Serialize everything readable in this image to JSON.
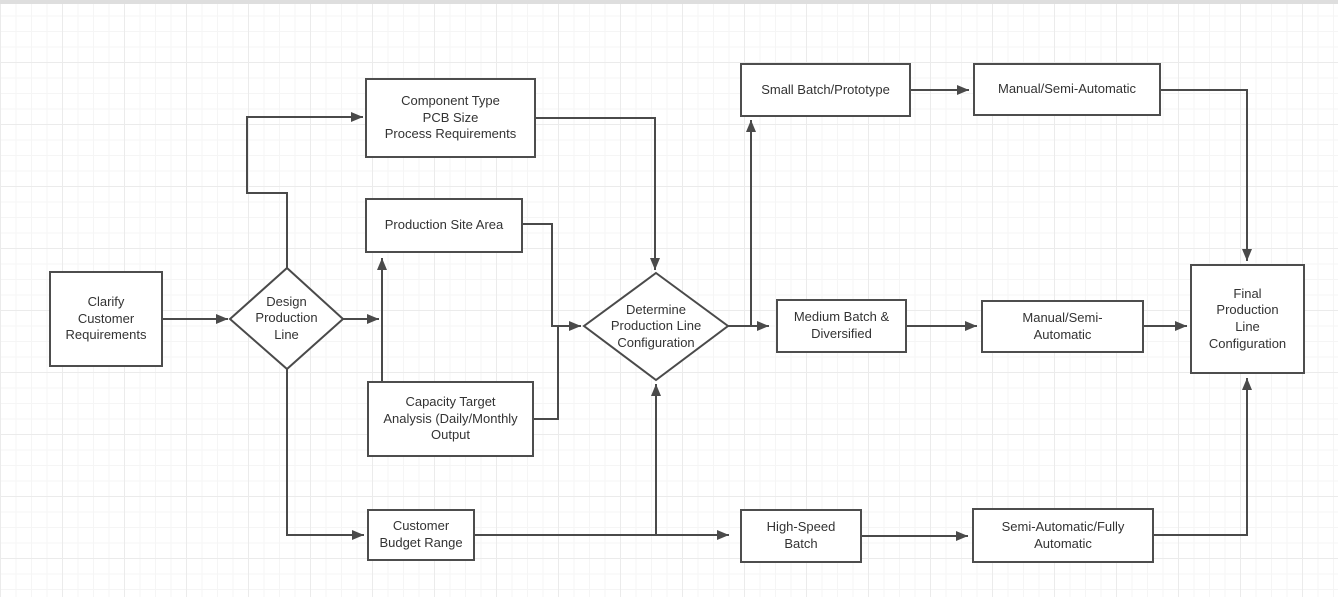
{
  "app": {
    "top_bar_color": "#dedede",
    "canvas_background": "#ffffff",
    "grid_minor_color": "#f5f5f5",
    "grid_major_color": "#ebebeb",
    "shape_stroke_color": "#4a4a4a",
    "shape_fill_color": "#ffffff",
    "text_color": "#333333"
  },
  "nodes": {
    "clarify": {
      "label": "Clarify\nCustomer\nRequirements",
      "shape": "rectangle"
    },
    "design": {
      "label": "Design\nProduction\nLine",
      "shape": "diamond"
    },
    "component": {
      "label": "Component Type\nPCB Size\nProcess Requirements",
      "shape": "rectangle"
    },
    "site": {
      "label": "Production Site Area",
      "shape": "rectangle"
    },
    "capacity": {
      "label": "Capacity Target\nAnalysis (Daily/Monthly\nOutput",
      "shape": "rectangle"
    },
    "budget": {
      "label": "Customer\nBudget Range",
      "shape": "rectangle"
    },
    "determine": {
      "label": "Determine\nProduction Line\nConfiguration",
      "shape": "diamond"
    },
    "small_batch": {
      "label": "Small Batch/Prototype",
      "shape": "rectangle"
    },
    "manual_semi_top": {
      "label": "Manual/Semi-Automatic",
      "shape": "rectangle"
    },
    "medium_batch": {
      "label": "Medium Batch &\nDiversified",
      "shape": "rectangle"
    },
    "manual_semi_mid": {
      "label": "Manual/Semi-\nAutomatic",
      "shape": "rectangle"
    },
    "high_speed": {
      "label": "High-Speed\nBatch",
      "shape": "rectangle"
    },
    "semi_fully": {
      "label": "Semi-Automatic/Fully\nAutomatic",
      "shape": "rectangle"
    },
    "final": {
      "label": "Final\nProduction\nLine\nConfiguration",
      "shape": "rectangle"
    }
  },
  "edges": [
    {
      "from": "clarify",
      "to": "design"
    },
    {
      "from": "design",
      "to": "component"
    },
    {
      "from": "design",
      "to": "site"
    },
    {
      "from": "capacity",
      "to": "site"
    },
    {
      "from": "design",
      "to": "budget"
    },
    {
      "from": "component",
      "to": "determine"
    },
    {
      "from": "site",
      "to": "determine"
    },
    {
      "from": "capacity",
      "to": "determine"
    },
    {
      "from": "budget",
      "to": "high_speed"
    },
    {
      "from": "budget",
      "to": "determine"
    },
    {
      "from": "determine",
      "to": "medium_batch"
    },
    {
      "from": "determine",
      "to": "small_batch"
    },
    {
      "from": "small_batch",
      "to": "manual_semi_top"
    },
    {
      "from": "manual_semi_top",
      "to": "final"
    },
    {
      "from": "medium_batch",
      "to": "manual_semi_mid"
    },
    {
      "from": "manual_semi_mid",
      "to": "final"
    },
    {
      "from": "high_speed",
      "to": "semi_fully"
    },
    {
      "from": "semi_fully",
      "to": "final"
    }
  ]
}
